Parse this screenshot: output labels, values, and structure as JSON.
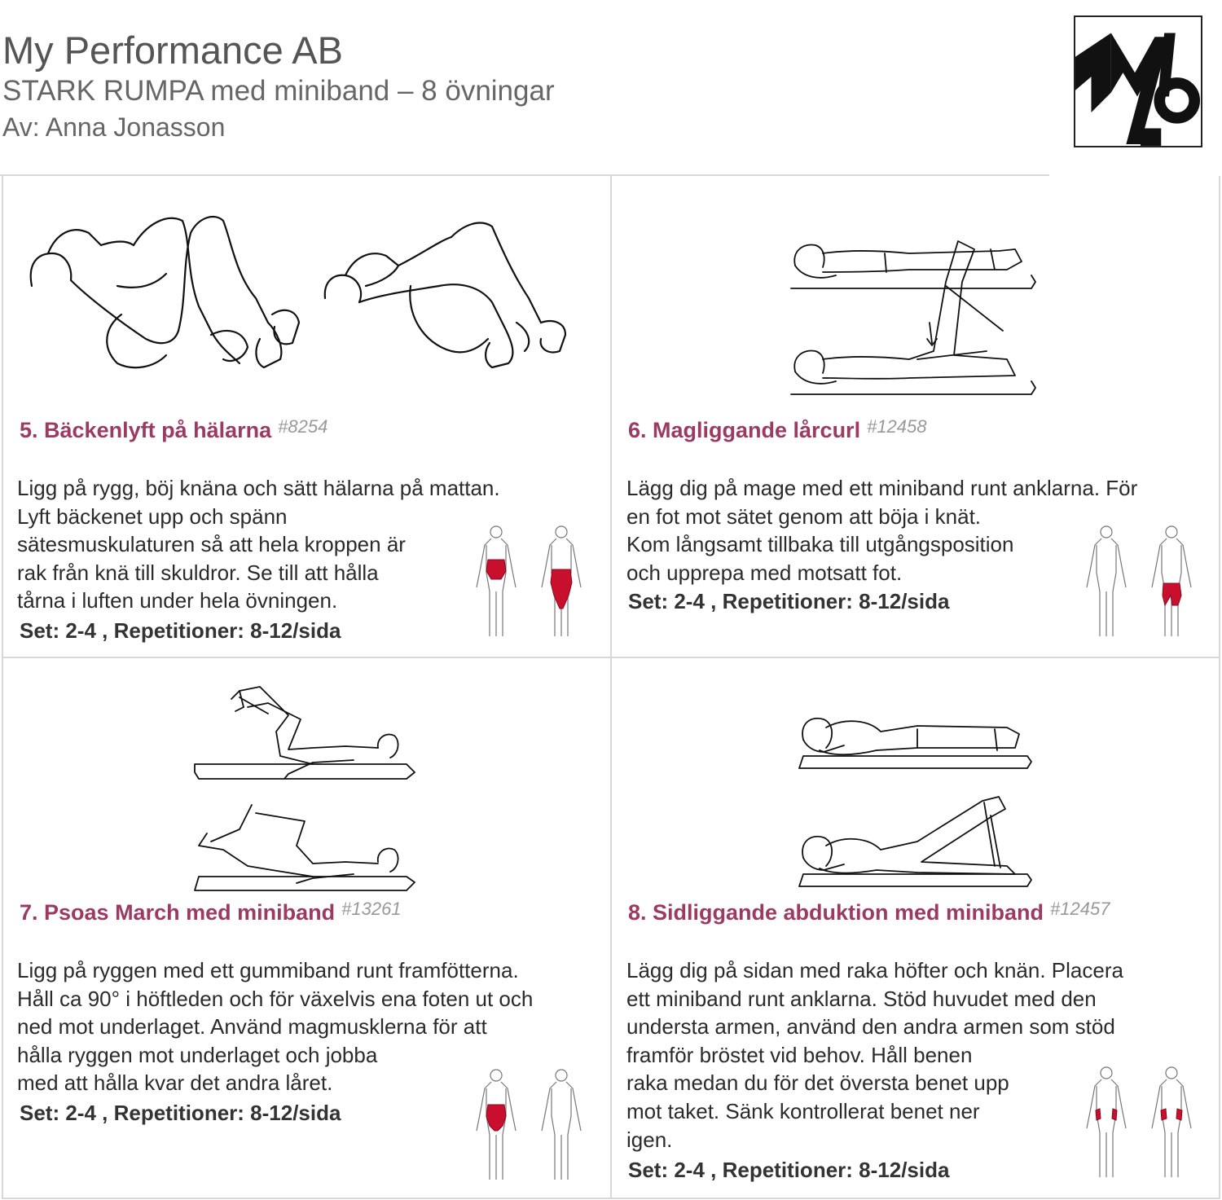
{
  "header": {
    "company": "My Performance AB",
    "program_title": "STARK RUMPA med miniband – 8 övningar",
    "author": "Av: Anna Jonasson"
  },
  "colors": {
    "accent": "#9b3a63",
    "muscle_highlight": "#c8102e"
  },
  "exercises": [
    {
      "title": "5. Bäckenlyft på hälarna",
      "code": "#8254",
      "description_lines": [
        "Ligg på rygg, böj knäna och sätt hälarna på mattan.",
        "Lyft bäckenet upp och spänn",
        "sätesmuskulaturen så att hela kroppen är",
        "rak från knä till skuldror. Se till att hålla",
        "tårna i luften under hela övningen."
      ],
      "sets": "Set: 2-4 , Repetitioner: 8-12/sida",
      "muscle_icon": "glutes-abs-icon"
    },
    {
      "title": "6. Magliggande lårcurl",
      "code": "#12458",
      "description_lines": [
        "Lägg dig på mage med ett miniband runt anklarna. För",
        "en fot mot sätet genom att böja i knät.",
        "Kom långsamt tillbaka till utgångsposition",
        "och upprepa med motsatt fot."
      ],
      "sets": "Set: 2-4 , Repetitioner: 8-12/sida",
      "muscle_icon": "hamstrings-icon"
    },
    {
      "title": "7. Psoas March med miniband",
      "code": "#13261",
      "description_lines": [
        "Ligg på ryggen med ett gummiband runt framfötterna.",
        "Håll ca 90° i höftleden och för växelvis ena foten ut och",
        "ned mot underlaget. Använd magmusklerna för att",
        "hålla ryggen mot underlaget och jobba",
        "med att hålla kvar det andra låret."
      ],
      "sets": "Set: 2-4 , Repetitioner: 8-12/sida",
      "muscle_icon": "hip-flexors-icon"
    },
    {
      "title": "8. Sidliggande abduktion med miniband",
      "code": "#12457",
      "description_lines": [
        "Lägg dig på sidan med raka höfter och knän. Placera",
        "ett miniband runt anklarna. Stöd huvudet med den",
        "understa armen, använd den andra armen som stöd",
        "framför bröstet vid behov. Håll benen",
        "raka medan du för det översta benet upp",
        "mot taket. Sänk kontrollerat benet ner",
        "igen."
      ],
      "sets": "Set: 2-4 , Repetitioner: 8-12/sida",
      "muscle_icon": "hip-abductors-icon"
    }
  ]
}
